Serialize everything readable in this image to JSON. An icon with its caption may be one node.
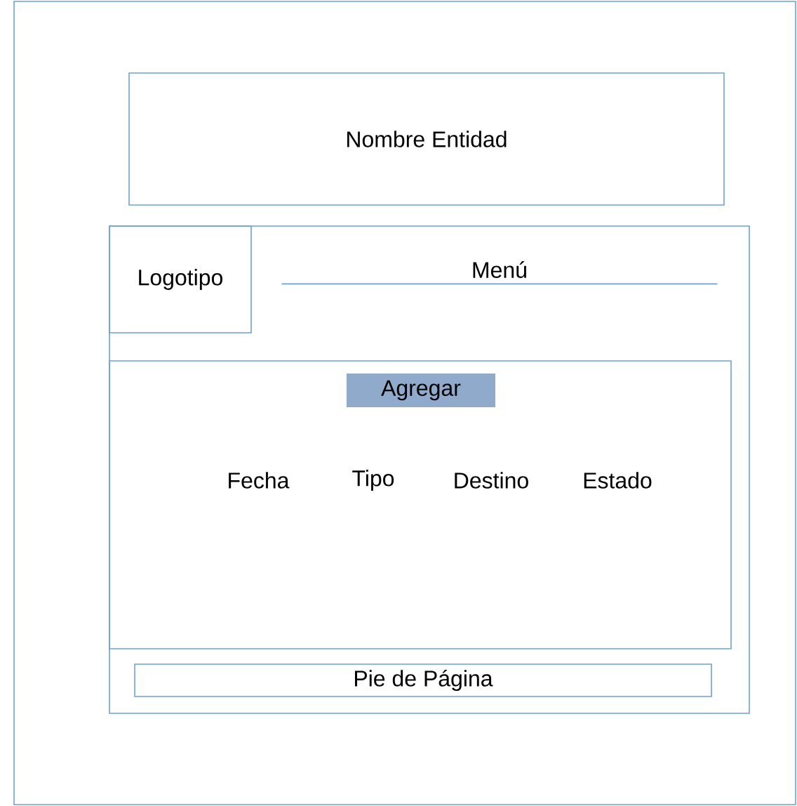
{
  "diagram": {
    "nodes": [
      {
        "text": [],
        "shape": "box"
      },
      {
        "text": [
          "Nombre Entidad"
        ],
        "in": 0
      },
      {
        "text": [],
        "shape": "box",
        "in": 0
      },
      {
        "text": [
          "Logotipo"
        ],
        "in": 2
      },
      {
        "text": [
          "Menú"
        ],
        "in": 2
      },
      {
        "text": [],
        "shape": "box",
        "in": 2
      },
      {
        "text": [
          "Agregar"
        ],
        "in": 5
      },
      {
        "text": [
          "Pie de Página"
        ],
        "in": 2
      }
    ],
    "labels": [
      "Fecha",
      "Tipo",
      "Destino",
      "Estado"
    ]
  }
}
